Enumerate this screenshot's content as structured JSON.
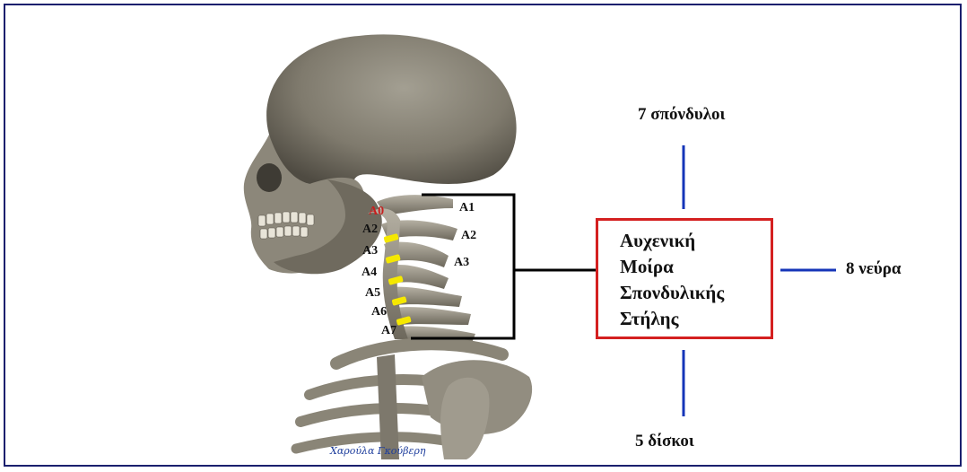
{
  "diagram": {
    "top_label": "7 σπόνδυλοι",
    "right_label": "8 νεύρα",
    "bottom_label": "5 δίσκοι",
    "box_lines": [
      "Αυχενική",
      "Μοίρα",
      "Σπονδυλικής",
      "Στήλης"
    ],
    "vertebra_right": [
      "Α1",
      "Α2",
      "Α3"
    ],
    "vertebra_left": [
      "Α0",
      "Α2",
      "Α3",
      "Α4",
      "Α5",
      "Α6",
      "Α7"
    ],
    "signature": "Χαρούλα Γκούβερη",
    "colors": {
      "frame": "#1a1f6e",
      "connector_lines": "#1535b8",
      "box_border": "#d42020",
      "highlight_label": "#c81e1e",
      "disc_marks": "#f5e800",
      "bone": "#8a8577"
    }
  }
}
